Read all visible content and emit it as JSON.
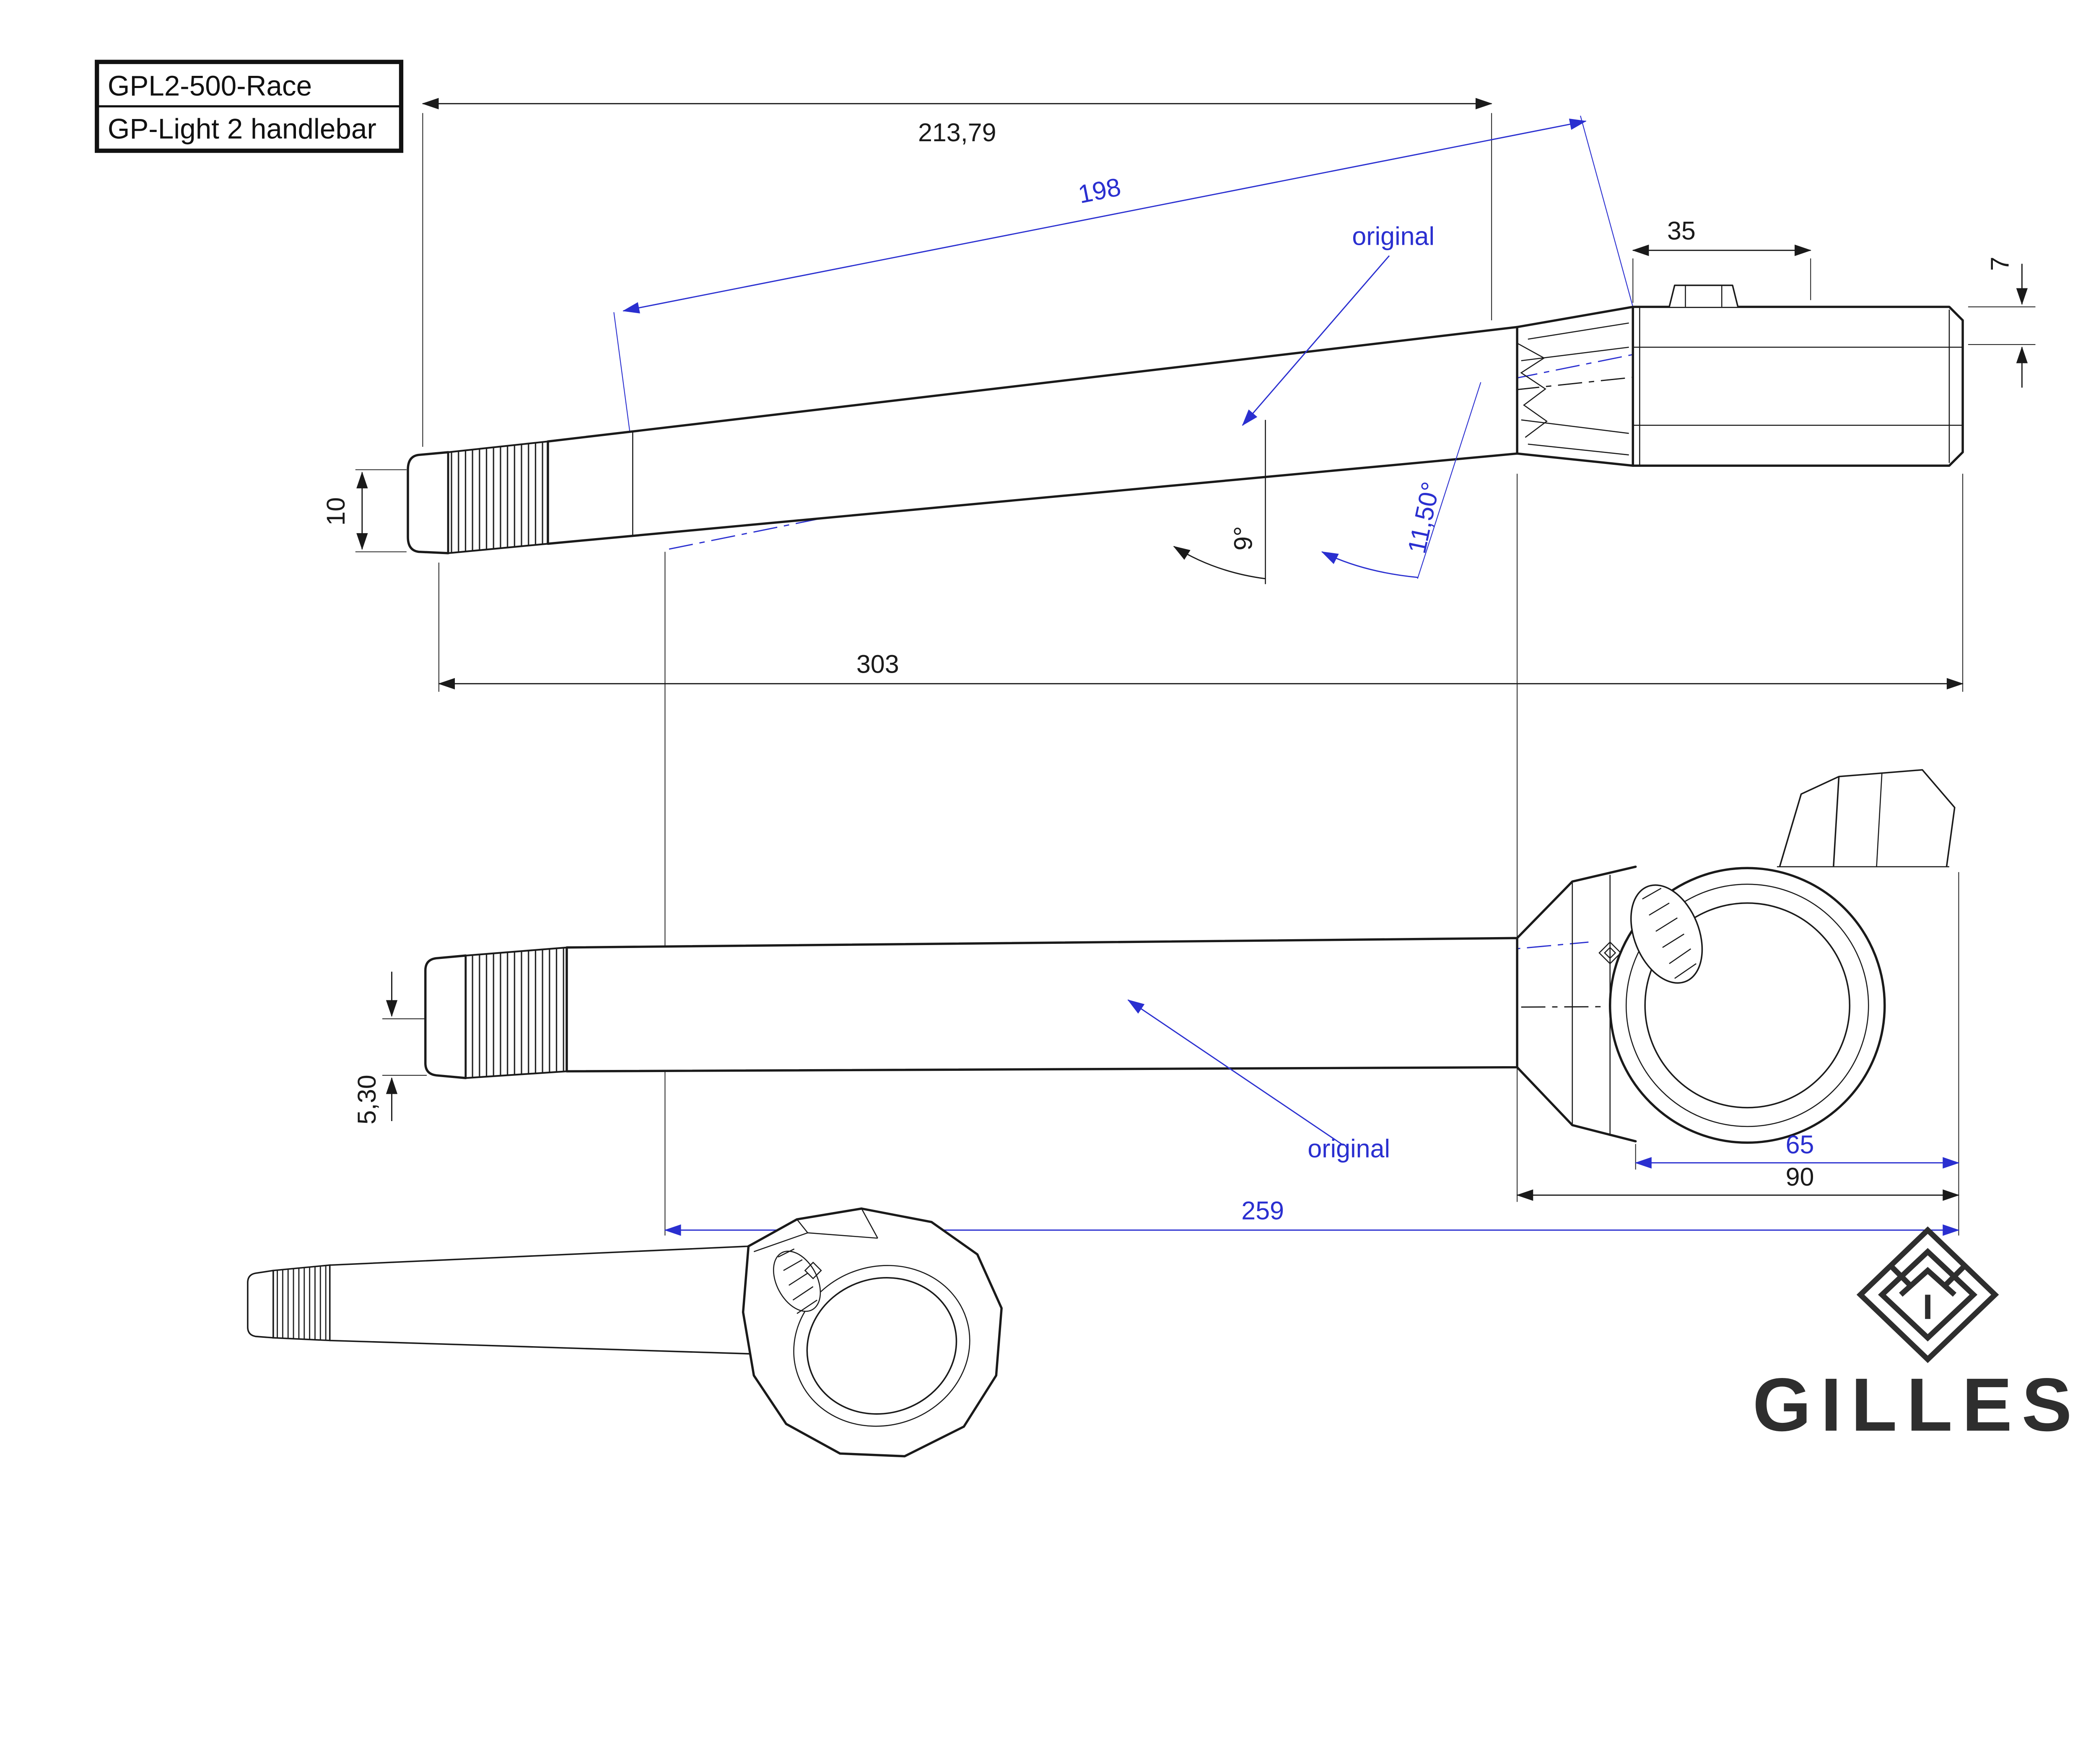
{
  "title_block": {
    "part_number": "GPL2-500-Race",
    "part_name": "GP-Light 2 handlebar"
  },
  "side_view": {
    "dim_total_length": "213,79",
    "dim_original_length": "198",
    "dim_clamp_width": "35",
    "dim_step": "7",
    "dim_end_diameter": "10",
    "dim_overall_length": "303",
    "dim_angle_current": "9°",
    "dim_angle_original": "11,50°",
    "label_original": "original"
  },
  "plan_view": {
    "dim_end_offset": "5,30",
    "dim_clamp_inner": "65",
    "dim_clamp_outer": "90",
    "dim_reference_length": "259",
    "label_original": "original"
  },
  "brand": {
    "wordmark": "GILLES"
  },
  "colors": {
    "line": "#1a1a1a",
    "reference_blue": "#2a2fd0"
  }
}
